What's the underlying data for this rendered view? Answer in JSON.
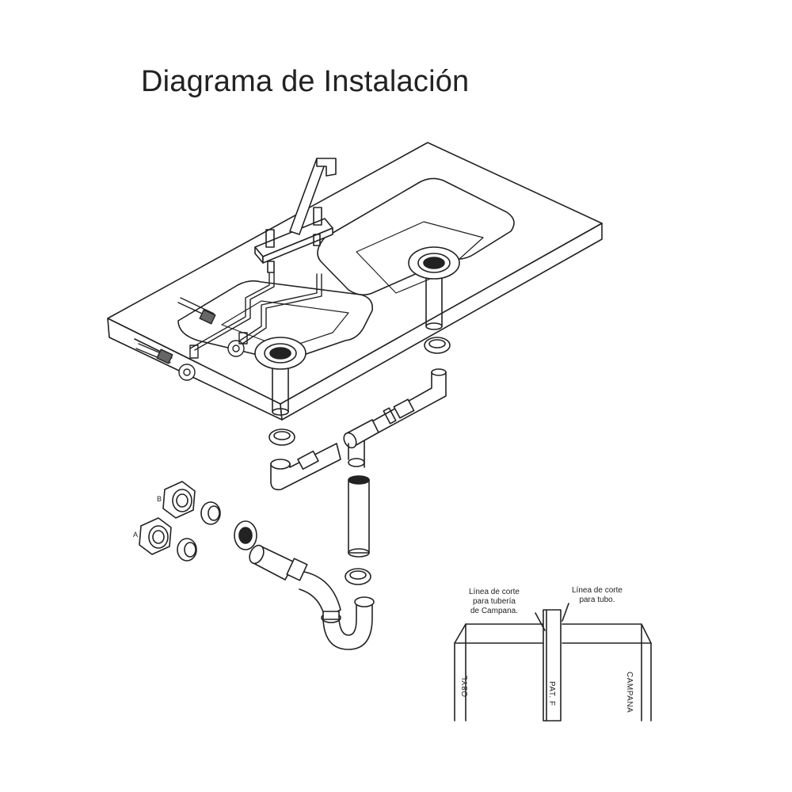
{
  "title": "Diagrama de Instalación",
  "detail": {
    "cut_line_left": [
      "Línea de corte",
      "para tubería",
      "de Campana."
    ],
    "cut_line_right": [
      "Línea de corte",
      "para tubo."
    ],
    "pipe_left_label": "O8YL",
    "pipe_mid_label": "PAT. F",
    "pipe_right_label": "CAMPANA"
  },
  "part_letters": {
    "a": "A",
    "b": "B"
  },
  "colors": {
    "line": "#222222",
    "fill": "#ffffff"
  }
}
